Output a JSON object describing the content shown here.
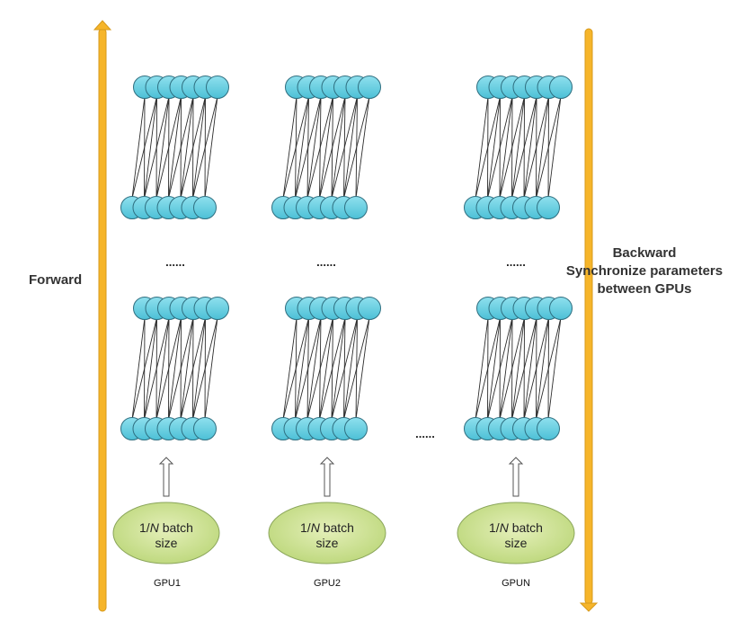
{
  "forward_label": "Forward",
  "backward_label": [
    "Backward",
    "Synchronize parameters",
    "between GPUs"
  ],
  "column_ellipsis": "......",
  "between_gpu_ellipsis": "......",
  "batch_label": {
    "prefix": "1/",
    "n": "N",
    "rest": " batch",
    "line2": "size"
  },
  "gpus": [
    {
      "name": "GPU1"
    },
    {
      "name": "GPU2"
    },
    {
      "name": "GPUN"
    }
  ],
  "colors": {
    "arrow": "#f6b52a",
    "arrow_stroke": "#d79a1c",
    "node_fill": "#5ac8dc",
    "node_stroke": "#2f6f80",
    "ellipse_fill": "#c9df8a",
    "ellipse_stroke": "#8aa55a",
    "edge": "#2b2b2b"
  }
}
